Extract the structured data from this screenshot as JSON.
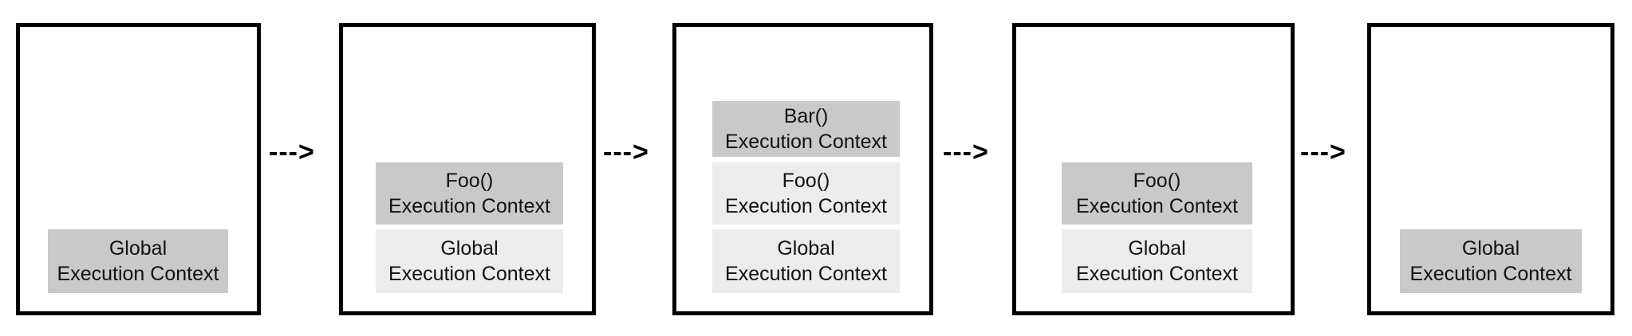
{
  "stages": [
    {
      "frames": [
        {
          "name": "Global",
          "sub": "Execution Context",
          "role": "top"
        }
      ]
    },
    {
      "frames": [
        {
          "name": "Foo()",
          "sub": "Execution Context",
          "role": "top"
        },
        {
          "name": "Global",
          "sub": "Execution Context",
          "role": "under"
        }
      ]
    },
    {
      "frames": [
        {
          "name": "Bar()",
          "sub": "Execution Context",
          "role": "top"
        },
        {
          "name": "Foo()",
          "sub": "Execution Context",
          "role": "under"
        },
        {
          "name": "Global",
          "sub": "Execution Context",
          "role": "under"
        }
      ]
    },
    {
      "frames": [
        {
          "name": "Foo()",
          "sub": "Execution Context",
          "role": "top"
        },
        {
          "name": "Global",
          "sub": "Execution Context",
          "role": "under"
        }
      ]
    },
    {
      "frames": [
        {
          "name": "Global",
          "sub": "Execution Context",
          "role": "top"
        }
      ]
    }
  ],
  "arrows": [
    "--->",
    "--->",
    "--->",
    "--->"
  ],
  "colors": {
    "top_frame": "#c9c9c9",
    "under_frame": "#ececec",
    "border": "#000000"
  }
}
